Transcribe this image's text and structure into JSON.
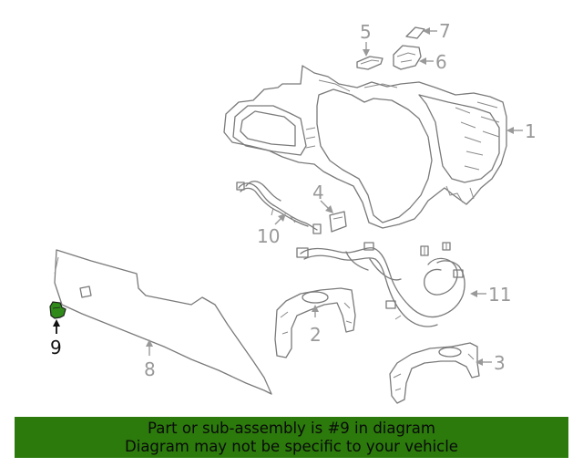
{
  "callouts": {
    "c1": "1",
    "c2": "2",
    "c3": "3",
    "c4": "4",
    "c5": "5",
    "c6": "6",
    "c7": "7",
    "c8": "8",
    "c9": "9",
    "c10": "10",
    "c11": "11"
  },
  "highlighted_part": "9",
  "colors": {
    "highlight_part": "#2f8a1a",
    "banner_background": "#2b7a0b",
    "callout_gray": "#999999",
    "callout_highlight": "#111111"
  },
  "banner": {
    "line1": "Part or sub-assembly is #9 in diagram",
    "line2": "Diagram may not be specific to your vehicle"
  }
}
